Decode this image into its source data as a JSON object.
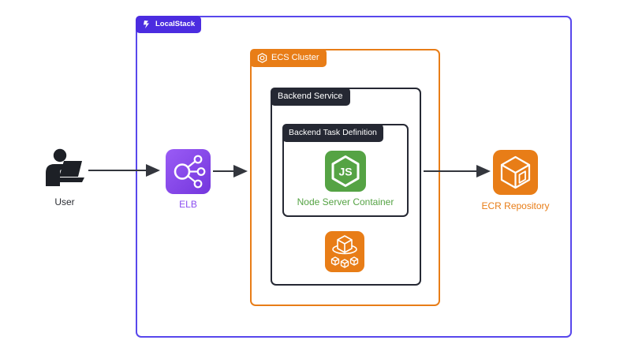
{
  "diagram": {
    "localstack": {
      "label": "LocalStack"
    },
    "ecs_cluster": {
      "label": "ECS Cluster"
    },
    "backend_service": {
      "label": "Backend Service"
    },
    "task_definition": {
      "label": "Backend Task Definition"
    },
    "user": {
      "label": "User"
    },
    "elb": {
      "label": "ELB"
    },
    "node_container": {
      "label": "Node Server Container",
      "icon_text": "JS"
    },
    "ecr": {
      "label": "ECR Repository"
    },
    "colors": {
      "localstack_badge_purple": "#4b2ce0",
      "outer_boundary_purple": "#5847ec",
      "aws_orange": "#e87d17",
      "dark_navy": "#252833",
      "node_green": "#55a344",
      "elb_purple_light": "#9a5cf5",
      "elb_purple_dark": "#7436dd",
      "elb_label_purple": "#8b4df0",
      "arrow_dark": "#33363d",
      "user_dark": "#1d2026",
      "background": "#ffffff"
    }
  }
}
